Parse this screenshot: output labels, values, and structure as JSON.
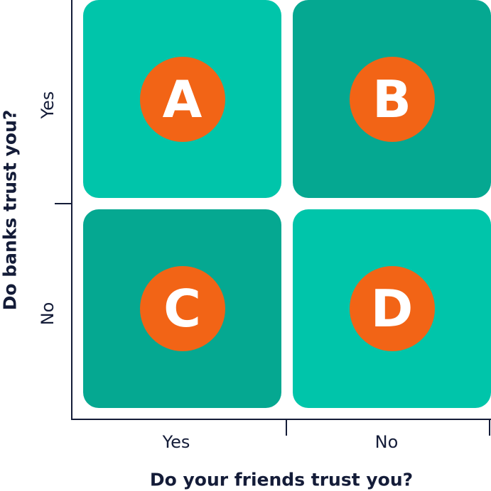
{
  "quadrants": [
    {
      "letter": "A",
      "shade": "light"
    },
    {
      "letter": "B",
      "shade": "dark"
    },
    {
      "letter": "C",
      "shade": "dark"
    },
    {
      "letter": "D",
      "shade": "light"
    }
  ],
  "x_axis": {
    "title": "Do your friends trust you?",
    "labels": [
      "Yes",
      "No"
    ]
  },
  "y_axis": {
    "title": "Do banks trust you?",
    "labels": [
      "Yes",
      "No"
    ]
  },
  "colors": {
    "light": "#00C5AA",
    "dark": "#05A891",
    "badge": "#F26416",
    "axis": "#141C38"
  }
}
